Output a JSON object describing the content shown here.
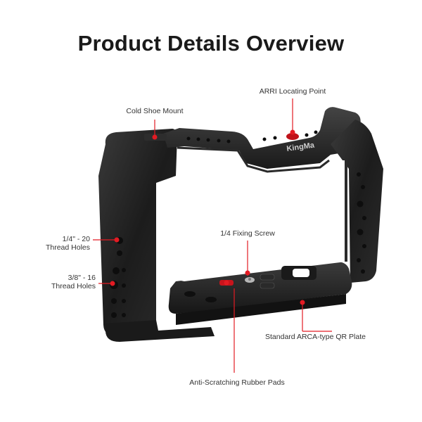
{
  "page": {
    "title": "Product Details Overview"
  },
  "brand": {
    "logo_text": "KingMa"
  },
  "callouts": {
    "arri_locating_point": "ARRI Locating Point",
    "cold_shoe_mount": "Cold Shoe Mount",
    "thread_holes_1_4_line1": "1/4\" - 20",
    "thread_holes_1_4_line2": "Thread Holes",
    "fixing_screw": "1/4 Fixing Screw",
    "thread_holes_3_8_line1": "3/8\" - 16",
    "thread_holes_3_8_line2": "Thread Holes",
    "arca_qr_plate": "Standard ARCA-type QR Plate",
    "rubber_pads": "Anti-Scratching Rubber Pads"
  },
  "colors": {
    "accent": "#e31b23",
    "cage_dark": "#1e1e1e",
    "text": "#333333"
  }
}
